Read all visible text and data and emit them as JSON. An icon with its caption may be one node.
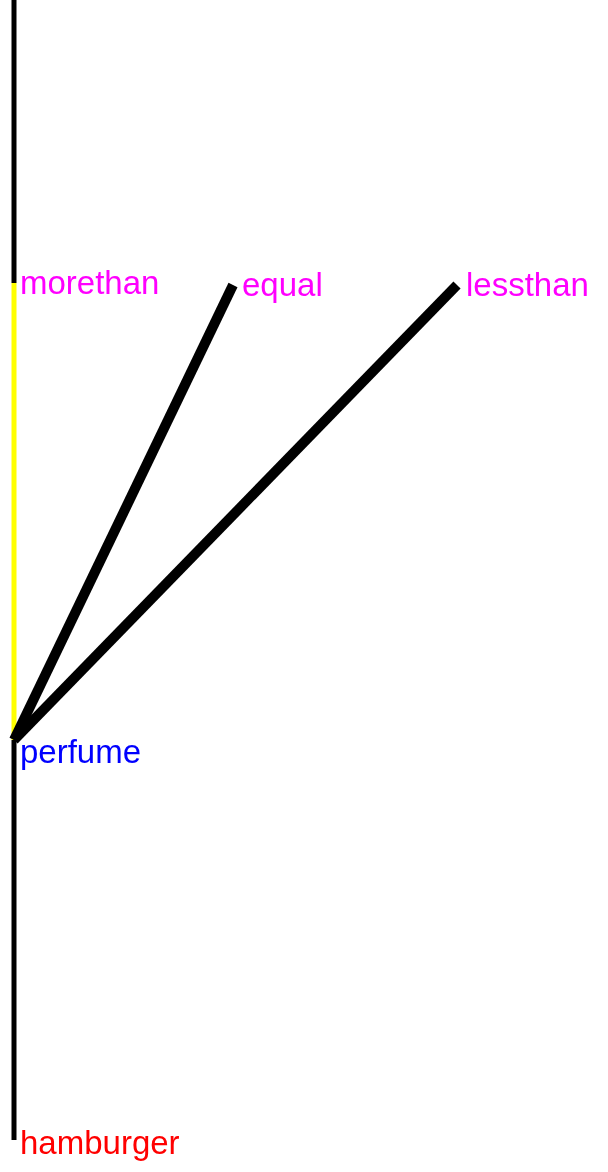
{
  "diagram": {
    "nodes": [
      {
        "text": [
          "morethan"
        ]
      },
      {
        "text": [
          "equal"
        ]
      },
      {
        "text": [
          "lessthan"
        ]
      },
      {
        "text": [
          "perfume"
        ]
      },
      {
        "text": [
          "hamburger"
        ]
      }
    ],
    "edges": [
      {
        "from": null,
        "to": 0,
        "arrow": "none"
      },
      {
        "from": 3,
        "to": 0,
        "arrow": "none",
        "color": "#ffff00"
      },
      {
        "from": 3,
        "to": 1,
        "arrow": "none",
        "style": "thick"
      },
      {
        "from": 3,
        "to": 2,
        "arrow": "none",
        "style": "thick"
      },
      {
        "from": 3,
        "to": 4,
        "arrow": "none"
      }
    ]
  }
}
